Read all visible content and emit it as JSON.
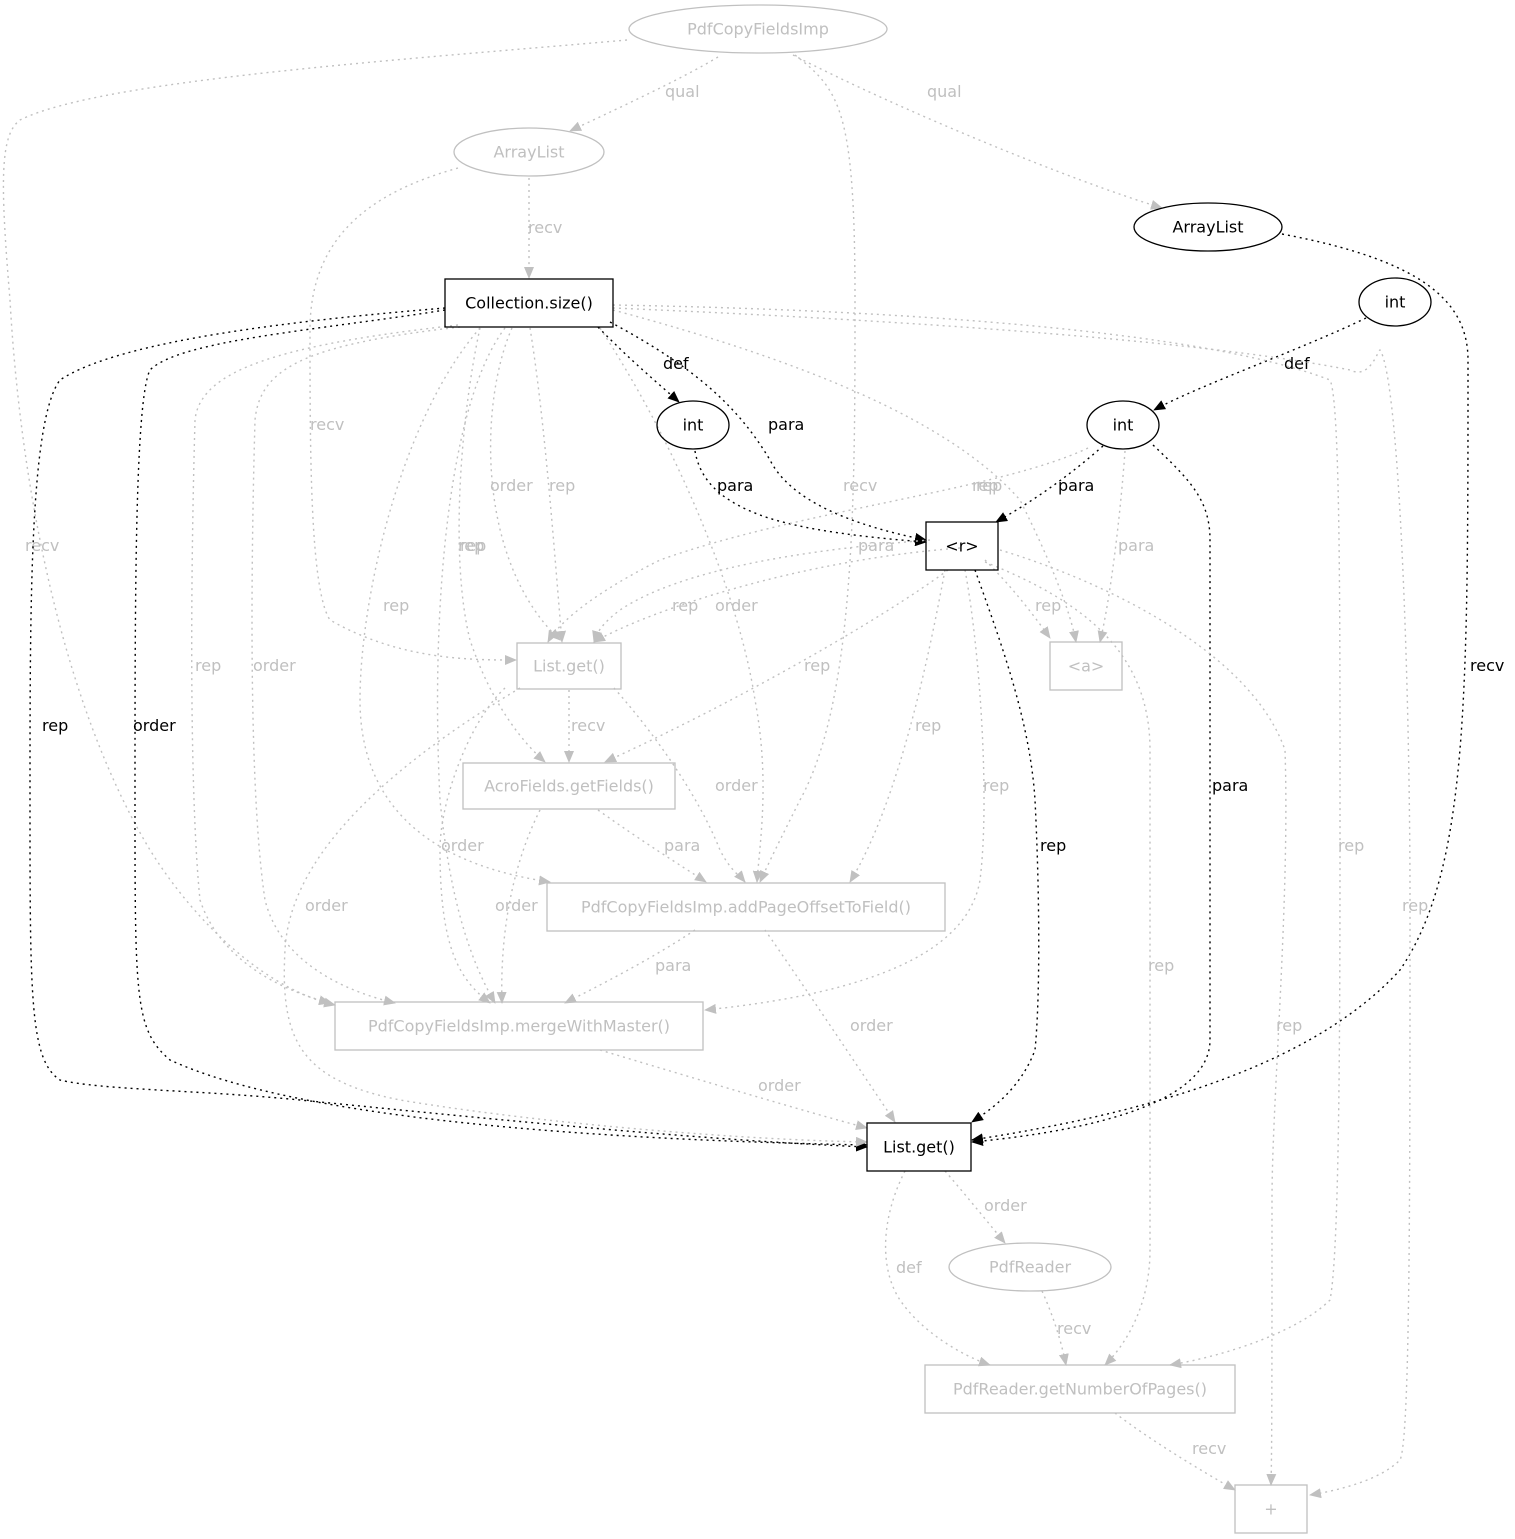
{
  "colors": {
    "active": "#000000",
    "faded": "#c0c0c0"
  },
  "nodes": [
    {
      "id": "n_pcfi",
      "shape": "ellipse",
      "label": "PdfCopyFieldsImp",
      "faded": true
    },
    {
      "id": "n_al1",
      "shape": "ellipse",
      "label": "ArrayList",
      "faded": true
    },
    {
      "id": "n_al2",
      "shape": "ellipse",
      "label": "ArrayList",
      "faded": false
    },
    {
      "id": "n_cs",
      "shape": "box",
      "label": "Collection.size()",
      "faded": false
    },
    {
      "id": "n_int_top",
      "shape": "ellipse",
      "label": "int",
      "faded": false
    },
    {
      "id": "n_int1",
      "shape": "ellipse",
      "label": "int",
      "faded": false
    },
    {
      "id": "n_int2",
      "shape": "ellipse",
      "label": "int",
      "faded": false
    },
    {
      "id": "n_r",
      "shape": "box",
      "label": "<r>",
      "faded": false
    },
    {
      "id": "n_lg1",
      "shape": "box",
      "label": "List.get()",
      "faded": true
    },
    {
      "id": "n_a",
      "shape": "box",
      "label": "<a>",
      "faded": true
    },
    {
      "id": "n_afg",
      "shape": "box",
      "label": "AcroFields.getFields()",
      "faded": true
    },
    {
      "id": "n_apo",
      "shape": "box",
      "label": "PdfCopyFieldsImp.addPageOffsetToField()",
      "faded": true
    },
    {
      "id": "n_mwm",
      "shape": "box",
      "label": "PdfCopyFieldsImp.mergeWithMaster()",
      "faded": true
    },
    {
      "id": "n_lg2",
      "shape": "box",
      "label": "List.get()",
      "faded": false
    },
    {
      "id": "n_pr",
      "shape": "ellipse",
      "label": "PdfReader",
      "faded": true
    },
    {
      "id": "n_gnp",
      "shape": "box",
      "label": "PdfReader.getNumberOfPages()",
      "faded": true
    },
    {
      "id": "n_plus",
      "shape": "box",
      "label": "+",
      "faded": true
    }
  ],
  "edges": [
    {
      "label": "qual",
      "faded": true
    },
    {
      "label": "qual",
      "faded": true
    },
    {
      "label": "recv",
      "faded": true
    },
    {
      "label": "recv",
      "faded": true
    },
    {
      "label": "recv",
      "faded": true
    },
    {
      "label": "recv",
      "faded": true
    },
    {
      "label": "recv",
      "faded": false
    },
    {
      "label": "def",
      "faded": false
    },
    {
      "label": "def",
      "faded": false
    },
    {
      "label": "para",
      "faded": false
    },
    {
      "label": "para",
      "faded": false
    },
    {
      "label": "para",
      "faded": false
    },
    {
      "label": "para",
      "faded": false
    },
    {
      "label": "rep",
      "faded": false
    },
    {
      "label": "order",
      "faded": false
    },
    {
      "label": "rep",
      "faded": false
    },
    {
      "label": "order",
      "faded": true
    },
    {
      "label": "rep",
      "faded": true
    },
    {
      "label": "rep",
      "faded": true
    },
    {
      "label": "order",
      "faded": true
    },
    {
      "label": "rep",
      "faded": true
    },
    {
      "label": "order",
      "faded": true
    },
    {
      "label": "rep",
      "faded": true
    },
    {
      "label": "rep",
      "faded": true
    },
    {
      "label": "rep",
      "faded": true
    },
    {
      "label": "para",
      "faded": true
    },
    {
      "label": "para",
      "faded": true
    },
    {
      "label": "rep",
      "faded": true
    },
    {
      "label": "rep",
      "faded": true
    },
    {
      "label": "rep",
      "faded": true
    },
    {
      "label": "rep",
      "faded": true
    },
    {
      "label": "rep",
      "faded": true
    },
    {
      "label": "rep",
      "faded": true
    },
    {
      "label": "rep",
      "faded": true
    },
    {
      "label": "rep",
      "faded": true
    },
    {
      "label": "rep",
      "faded": true
    },
    {
      "label": "rep",
      "faded": true
    },
    {
      "label": "order",
      "faded": true
    },
    {
      "label": "order",
      "faded": true
    },
    {
      "label": "recv",
      "faded": true
    },
    {
      "label": "order",
      "faded": true
    },
    {
      "label": "order",
      "faded": true
    },
    {
      "label": "para",
      "faded": true
    },
    {
      "label": "para",
      "faded": true
    },
    {
      "label": "order",
      "faded": true
    },
    {
      "label": "order",
      "faded": true
    },
    {
      "label": "order",
      "faded": true
    },
    {
      "label": "def",
      "faded": true
    },
    {
      "label": "recv",
      "faded": true
    },
    {
      "label": "recv",
      "faded": true
    },
    {
      "label": "para",
      "faded": true
    }
  ]
}
